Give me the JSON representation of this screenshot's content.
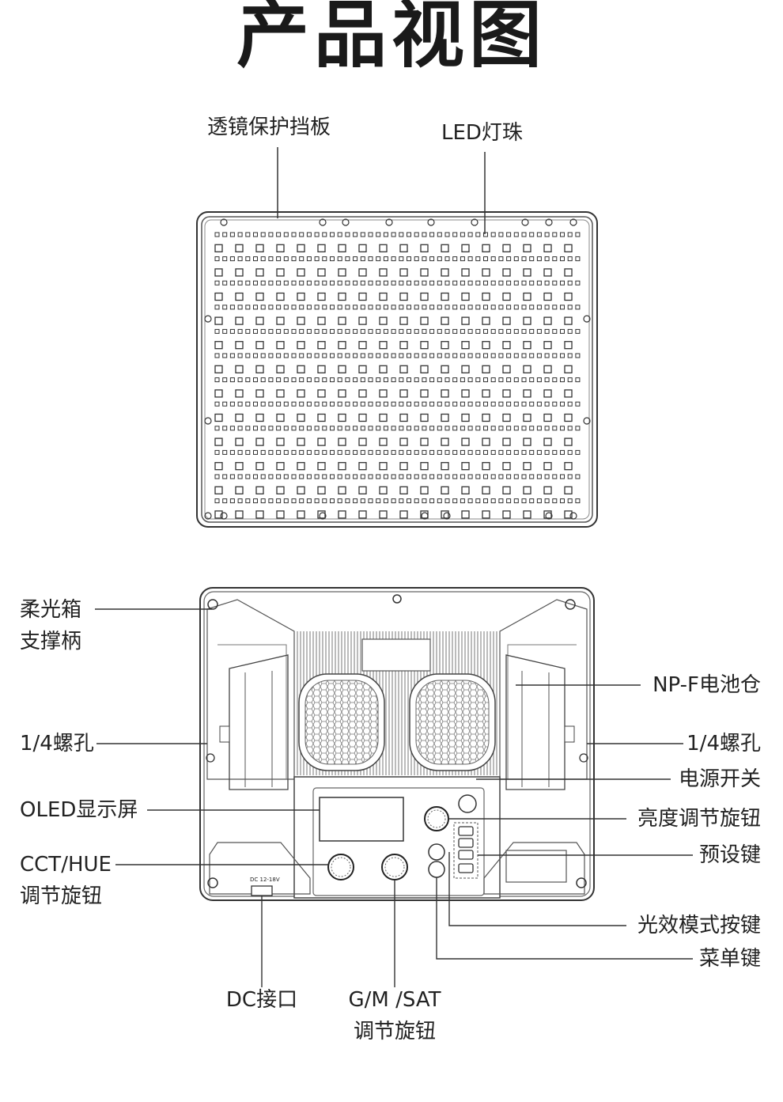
{
  "title": "产品视图",
  "front": {
    "lens_cover": "透镜保护挡板",
    "led_beads": "LED灯珠"
  },
  "back": {
    "softbox_line1": "柔光箱",
    "softbox_line2": "支撑柄",
    "thread_left": "1/4螺孔",
    "oled": "OLED显示屏",
    "cct_line1": "CCT/HUE",
    "cct_line2": "调节旋钮",
    "battery": "NP-F电池仓",
    "thread_right": "1/4螺孔",
    "power": "电源开关",
    "brightness": "亮度调节旋钮",
    "preset": "预设键",
    "effects": "光效模式按键",
    "menu": "菜单键",
    "dc": "DC接口",
    "gm_line1": "G/M /SAT",
    "gm_line2": "调节旋钮",
    "dc_marking": "DC 12-18V"
  }
}
